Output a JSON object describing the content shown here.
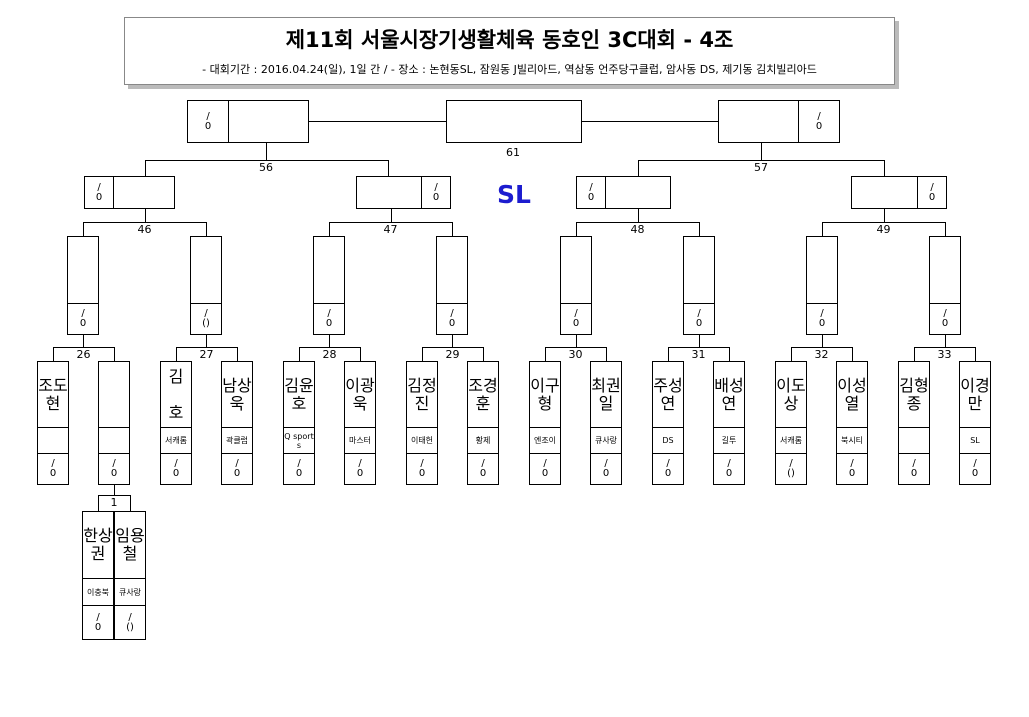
{
  "header": {
    "title": "제11회  서울시장기생활체육  동호인  3C대회  -  4조",
    "subtitle": "-  대회기간 : 2016.04.24(일), 1일 간 / - 장소 : 논현동SL, 잠원동 J빌리아드,  역삼동  언주당구클럽, 암사동 DS, 제기동 김치빌리아드"
  },
  "venue_label": "SL",
  "default_score": "/\n0",
  "match_numbers": {
    "m1": "1",
    "m26": "26",
    "m27": "27",
    "m28": "28",
    "m29": "29",
    "m30": "30",
    "m31": "31",
    "m32": "32",
    "m33": "33",
    "m46": "46",
    "m47": "47",
    "m48": "48",
    "m49": "49",
    "m56": "56",
    "m57": "57",
    "m61": "61"
  },
  "players": [
    {
      "name": "조도현",
      "club": "",
      "score": "/\n0"
    },
    {
      "name": "",
      "club": "",
      "score": "/\n0"
    },
    {
      "name": "김\n\n호",
      "club": "서캐롬",
      "score": "/\n0"
    },
    {
      "name": "남상욱",
      "club": "곽클럽",
      "score": "/\n0"
    },
    {
      "name": "김윤호",
      "club": "Q sports",
      "score": "/\n0"
    },
    {
      "name": "이광욱",
      "club": "마스터",
      "score": "/\n0"
    },
    {
      "name": "김정진",
      "club": "이태헌",
      "score": "/\n0"
    },
    {
      "name": "조경훈",
      "club": "황제",
      "score": "/\n0"
    },
    {
      "name": "이구형",
      "club": "엔조이",
      "score": "/\n0"
    },
    {
      "name": "최권일",
      "club": "큐사랑",
      "score": "/\n0"
    },
    {
      "name": "주성연",
      "club": "DS",
      "score": "/\n0"
    },
    {
      "name": "배성연",
      "club": "길투",
      "score": "/\n0"
    },
    {
      "name": "이도상",
      "club": "서캐롬",
      "score": "/\n()"
    },
    {
      "name": "이성열",
      "club": "북시티",
      "score": "/\n0"
    },
    {
      "name": "김형종",
      "club": "",
      "score": "/\n0"
    },
    {
      "name": "이경만",
      "club": "SL",
      "score": "/\n0"
    }
  ],
  "prelim": [
    {
      "name": "한상권",
      "club": "이충북",
      "score": "/\n0"
    },
    {
      "name": "임용철",
      "club": "큐사랑",
      "score": "/\n()"
    }
  ],
  "r2_scores": [
    "/\n0",
    "/\n()",
    "/\n0",
    "/\n0",
    "/\n0",
    "/\n0",
    "/\n0",
    "/\n0"
  ],
  "r3_scores": [
    "/\n0",
    "/\n0",
    "/\n0",
    "/\n0"
  ],
  "r4_scores": [
    "/\n0",
    "/\n0"
  ]
}
